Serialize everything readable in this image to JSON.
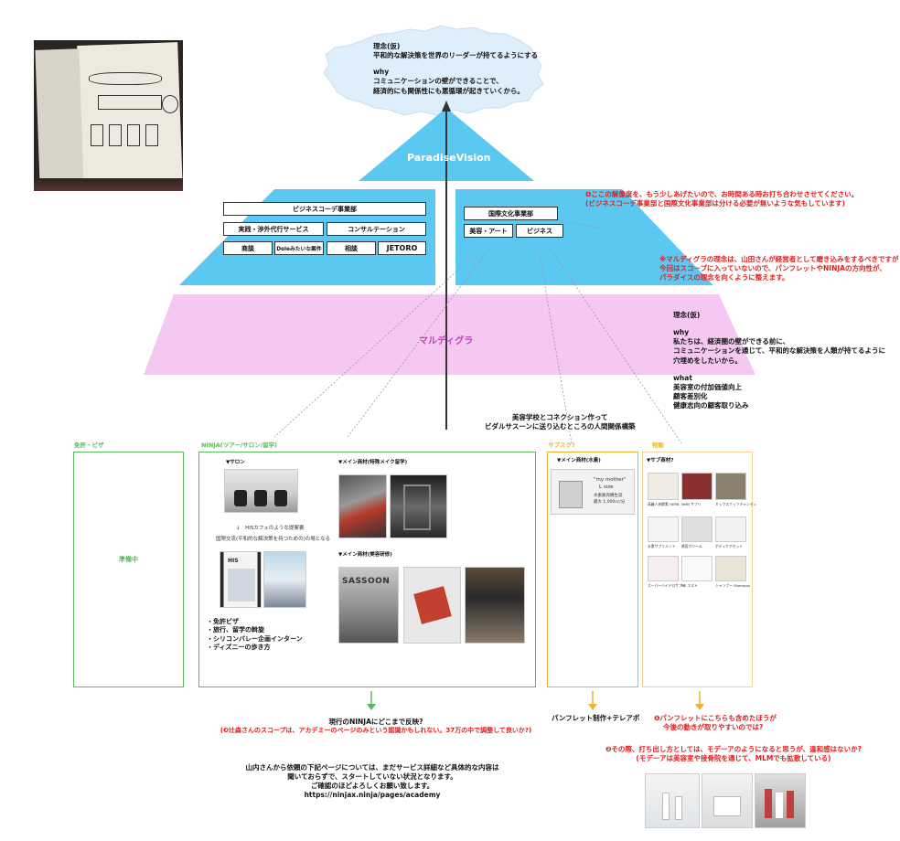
{
  "cloud": {
    "line1": "理念(仮)",
    "line2": "平和的な解決策を世界のリーダーが持てるようにする",
    "line3": "why",
    "line4": "コミュニケーションの壁ができることで、",
    "line5": "経済的にも関係性にも悪循環が起きていくから。"
  },
  "pyramid": {
    "top_label": "ParadiseVision",
    "bottom_label": "マルディグラ"
  },
  "business": {
    "dept": "ビジネスコーデ事業部",
    "service": "実践・渉外代行サービス",
    "consult": "コンサルテーション",
    "negotiate": "商談",
    "dole": "Doleみたいな案件",
    "advice": "相談",
    "jetoro": "JETORO"
  },
  "intl": {
    "dept": "国際文化事業部",
    "beauty": "美容・アート",
    "biz": "ビジネス"
  },
  "notes": {
    "n4a": "❹ここの解像度を、もう少しあげたいので、お時間ある時お打ち合わせさせてください。",
    "n4b": "(ビジネスコーデ事業部と国際文化事業部は分ける必要が無いような気もしています)",
    "mg1": "※マルディグラの理念は、山田さんが経営者として磨き込みをするべきですが",
    "mg2": "今回はスコープに入っていないので、パンフレットやNINJAの方向性が、",
    "mg3": "パラダイスの理念を向くように整えます。"
  },
  "mardi": {
    "l1": "理念(仮)",
    "l2": "why",
    "l3": "私たちは、経済圏の壁ができる前に、",
    "l4": "コミュニケーションを通じて、平和的な解決策を人類が持てるように",
    "l5": "穴埋めをしたいから。",
    "l6": "what",
    "l7": "美容室の付加価値向上",
    "l8": "顧客差別化",
    "l9": "健康志向の顧客取り込み"
  },
  "center_note": {
    "l1": "美容学校とコネクション作って",
    "l2": "ビダルサスーンに送り込むところの人間関係構築"
  },
  "sections": {
    "license": "免許・ビザ",
    "ninja": "NINJA(ツアー/サロン/留学)",
    "subsc": "サブスク?",
    "goods": "物販"
  },
  "license_panel": {
    "status": "準備中"
  },
  "ninja_panel": {
    "salon": "▼サロン",
    "cap1": "↓　HISカフェのような提案書",
    "cap2": "国際交流(平和的な解決策を持つための)の場となる",
    "main1": "▼メイン商材(特殊メイク留学)",
    "main2": "▼メイン商材(美容研修)",
    "bullet1": "・免許ビザ",
    "bullet2": "・旅行、留学の斡旋",
    "bullet3": "・シリコンバレー企画インターン",
    "bullet4": "・ディズニーの歩き方",
    "his": "HIS",
    "sassoon": "SASSOON"
  },
  "subsc_panel": {
    "main": "▼メイン商材(水素)",
    "p1": "\"my mother\"",
    "p2": "L size",
    "p3": "水素販売機生涯",
    "p4": "最大 1,000cc/分"
  },
  "goods_panel": {
    "sub": "▼サブ商材?",
    "i1": "高麗人参酵素 HERB",
    "i2": "NMN サプリ",
    "i3": "ミックスナッツキャンディ",
    "i4": "水素サプリメント",
    "i5": "美容クリーム",
    "i6": "ボディケアセット",
    "i7": "スーパーハイドロサプリ",
    "i8": "NE エスト",
    "i9": "シャンプー Shampoo"
  },
  "bottom": {
    "ninja1": "現行のNINJAにどこまで反映?",
    "ninja2": "(❸辻森さんのスコープは、アカデミーのページのみという認識かもしれない。37万の中で調整して良いか?)",
    "pamph": "パンフレット制作+テレアポ",
    "g1": "❶パンフレットにこちらも含めたほうが",
    "g2": "今後の動きが取りやすいのでは?",
    "g3": "❷その際、打ち出し方としては、モデーアのようになると思うが、違和感はないか?",
    "g4": "(モデーアは美容室や接骨院を通じて、MLMでも拡散している)",
    "req1": "山内さんから依頼の下記ページについては、まだサービス詳細など具体的な内容は",
    "req2": "聞いておらずで、スタートしていない状況となります。",
    "req3": "ご確認のほどよろしくお願い致します。",
    "req4": "https://ninjax.ninja/pages/academy"
  },
  "colors": {
    "blue": "#5bc8f2",
    "pink": "#f4c8f0",
    "green": "#5cb85c",
    "orange": "#f0b030",
    "red": "#e02020",
    "purple": "#c040c0"
  }
}
